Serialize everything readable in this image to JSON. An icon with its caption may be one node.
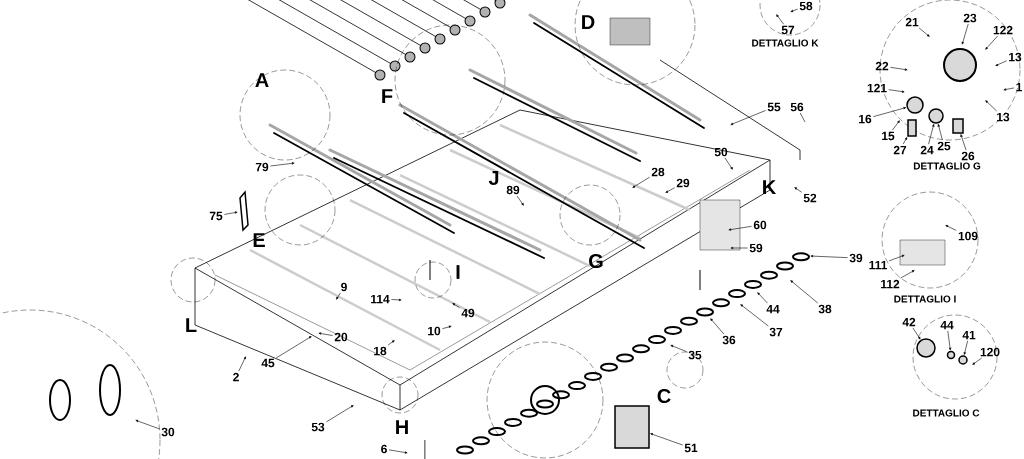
{
  "diagram": {
    "nodes": [
      {
        "text": [
          "57"
        ]
      },
      {
        "text": [
          "58"
        ]
      },
      {
        "text": [
          "21"
        ]
      },
      {
        "text": [
          "23"
        ]
      },
      {
        "text": [
          "122"
        ]
      },
      {
        "text": [
          "13"
        ]
      },
      {
        "text": [
          "1"
        ]
      },
      {
        "text": [
          "22"
        ]
      },
      {
        "text": [
          "121"
        ]
      },
      {
        "text": [
          "16"
        ]
      },
      {
        "text": [
          "13"
        ]
      },
      {
        "text": [
          "15"
        ]
      },
      {
        "text": [
          "27"
        ]
      },
      {
        "text": [
          "24"
        ]
      },
      {
        "text": [
          "25"
        ]
      },
      {
        "text": [
          "26"
        ]
      },
      {
        "text": [
          "55"
        ]
      },
      {
        "text": [
          "56"
        ]
      },
      {
        "text": [
          "79"
        ]
      },
      {
        "text": [
          "89"
        ]
      },
      {
        "text": [
          "50"
        ]
      },
      {
        "text": [
          "28"
        ]
      },
      {
        "text": [
          "29"
        ]
      },
      {
        "text": [
          "52"
        ]
      },
      {
        "text": [
          "75"
        ]
      },
      {
        "text": [
          "60"
        ]
      },
      {
        "text": [
          "109"
        ]
      },
      {
        "text": [
          "59"
        ]
      },
      {
        "text": [
          "39"
        ]
      },
      {
        "text": [
          "111"
        ]
      },
      {
        "text": [
          "112"
        ]
      },
      {
        "text": [
          "9"
        ]
      },
      {
        "text": [
          "114"
        ]
      },
      {
        "text": [
          "44"
        ]
      },
      {
        "text": [
          "38"
        ]
      },
      {
        "text": [
          "49"
        ]
      },
      {
        "text": [
          "37"
        ]
      },
      {
        "text": [
          "42"
        ]
      },
      {
        "text": [
          "44"
        ]
      },
      {
        "text": [
          "41"
        ]
      },
      {
        "text": [
          "10"
        ]
      },
      {
        "text": [
          "20"
        ]
      },
      {
        "text": [
          "36"
        ]
      },
      {
        "text": [
          "120"
        ]
      },
      {
        "text": [
          "18"
        ]
      },
      {
        "text": [
          "35"
        ]
      },
      {
        "text": [
          "45"
        ]
      },
      {
        "text": [
          "2"
        ]
      },
      {
        "text": [
          "53"
        ]
      },
      {
        "text": [
          "30"
        ]
      },
      {
        "text": [
          "6"
        ]
      },
      {
        "text": [
          "51"
        ]
      },
      {
        "text": [],
        "shape": "circle"
      },
      {
        "text": [],
        "shape": "circle"
      },
      {
        "text": [],
        "shape": "box"
      },
      {
        "text": [],
        "shape": "box"
      },
      {
        "text": [],
        "shape": "circle"
      },
      {
        "text": [],
        "shape": "circle"
      },
      {
        "text": [],
        "shape": "circle"
      },
      {
        "text": [],
        "shape": "box"
      }
    ],
    "edges": [
      {
        "from": 0,
        "to": null,
        "arrow": "to"
      },
      {
        "from": 1,
        "to": null,
        "arrow": "to"
      },
      {
        "from": 2,
        "to": null,
        "arrow": "to"
      },
      {
        "from": 3,
        "to": null,
        "arrow": "to"
      },
      {
        "from": 4,
        "to": null,
        "arrow": "to"
      },
      {
        "from": 5,
        "to": null,
        "arrow": "to"
      },
      {
        "from": 6,
        "to": null,
        "arrow": "to"
      },
      {
        "from": 7,
        "to": null,
        "arrow": "to"
      },
      {
        "from": 8,
        "to": null,
        "arrow": "to"
      },
      {
        "from": 9,
        "to": 52,
        "arrow": "to"
      },
      {
        "from": 10,
        "to": null,
        "arrow": "to"
      },
      {
        "from": 11,
        "to": null,
        "arrow": "to"
      },
      {
        "from": 12,
        "to": 54,
        "arrow": "to"
      },
      {
        "from": 13,
        "to": 53,
        "arrow": "to"
      },
      {
        "from": 14,
        "to": 53,
        "arrow": "to"
      },
      {
        "from": 15,
        "to": 55,
        "arrow": "to"
      },
      {
        "from": 16,
        "to": null,
        "arrow": "to"
      },
      {
        "from": 17,
        "to": null,
        "arrow": "none"
      },
      {
        "from": 18,
        "to": null,
        "arrow": "to"
      },
      {
        "from": 19,
        "to": null,
        "arrow": "to"
      },
      {
        "from": 20,
        "to": null,
        "arrow": "to"
      },
      {
        "from": 21,
        "to": null,
        "arrow": "to"
      },
      {
        "from": 22,
        "to": null,
        "arrow": "to"
      },
      {
        "from": 23,
        "to": null,
        "arrow": "to"
      },
      {
        "from": 24,
        "to": null,
        "arrow": "to"
      },
      {
        "from": 25,
        "to": null,
        "arrow": "to"
      },
      {
        "from": 26,
        "to": null,
        "arrow": "to"
      },
      {
        "from": 27,
        "to": null,
        "arrow": "to"
      },
      {
        "from": 28,
        "to": null,
        "arrow": "to"
      },
      {
        "from": 29,
        "to": null,
        "arrow": "to"
      },
      {
        "from": 30,
        "to": null,
        "arrow": "to"
      },
      {
        "from": 31,
        "to": null,
        "arrow": "to"
      },
      {
        "from": 32,
        "to": null,
        "arrow": "to"
      },
      {
        "from": 33,
        "to": null,
        "arrow": "to"
      },
      {
        "from": 34,
        "to": null,
        "arrow": "to"
      },
      {
        "from": 35,
        "to": null,
        "arrow": "to"
      },
      {
        "from": 36,
        "to": null,
        "arrow": "to"
      },
      {
        "from": 37,
        "to": 56,
        "arrow": "to"
      },
      {
        "from": 38,
        "to": 57,
        "arrow": "to"
      },
      {
        "from": 39,
        "to": 58,
        "arrow": "to"
      },
      {
        "from": 40,
        "to": null,
        "arrow": "to"
      },
      {
        "from": 41,
        "to": null,
        "arrow": "to"
      },
      {
        "from": 42,
        "to": null,
        "arrow": "to"
      },
      {
        "from": 43,
        "to": null,
        "arrow": "to"
      },
      {
        "from": 44,
        "to": null,
        "arrow": "to"
      },
      {
        "from": 45,
        "to": null,
        "arrow": "to"
      },
      {
        "from": 46,
        "to": null,
        "arrow": "to"
      },
      {
        "from": 47,
        "to": null,
        "arrow": "to"
      },
      {
        "from": 48,
        "to": null,
        "arrow": "to"
      },
      {
        "from": 49,
        "to": null,
        "arrow": "to"
      },
      {
        "from": 50,
        "to": null,
        "arrow": "to"
      },
      {
        "from": 51,
        "to": 59,
        "arrow": "to"
      }
    ],
    "labels": [
      "D",
      "DETTAGLIO K",
      "A",
      "F",
      "DETTAGLIO G",
      "J",
      "K",
      "E",
      "G",
      "I",
      "DETTAGLIO I",
      "L",
      "C",
      "DETTAGLIO C",
      "H"
    ]
  }
}
